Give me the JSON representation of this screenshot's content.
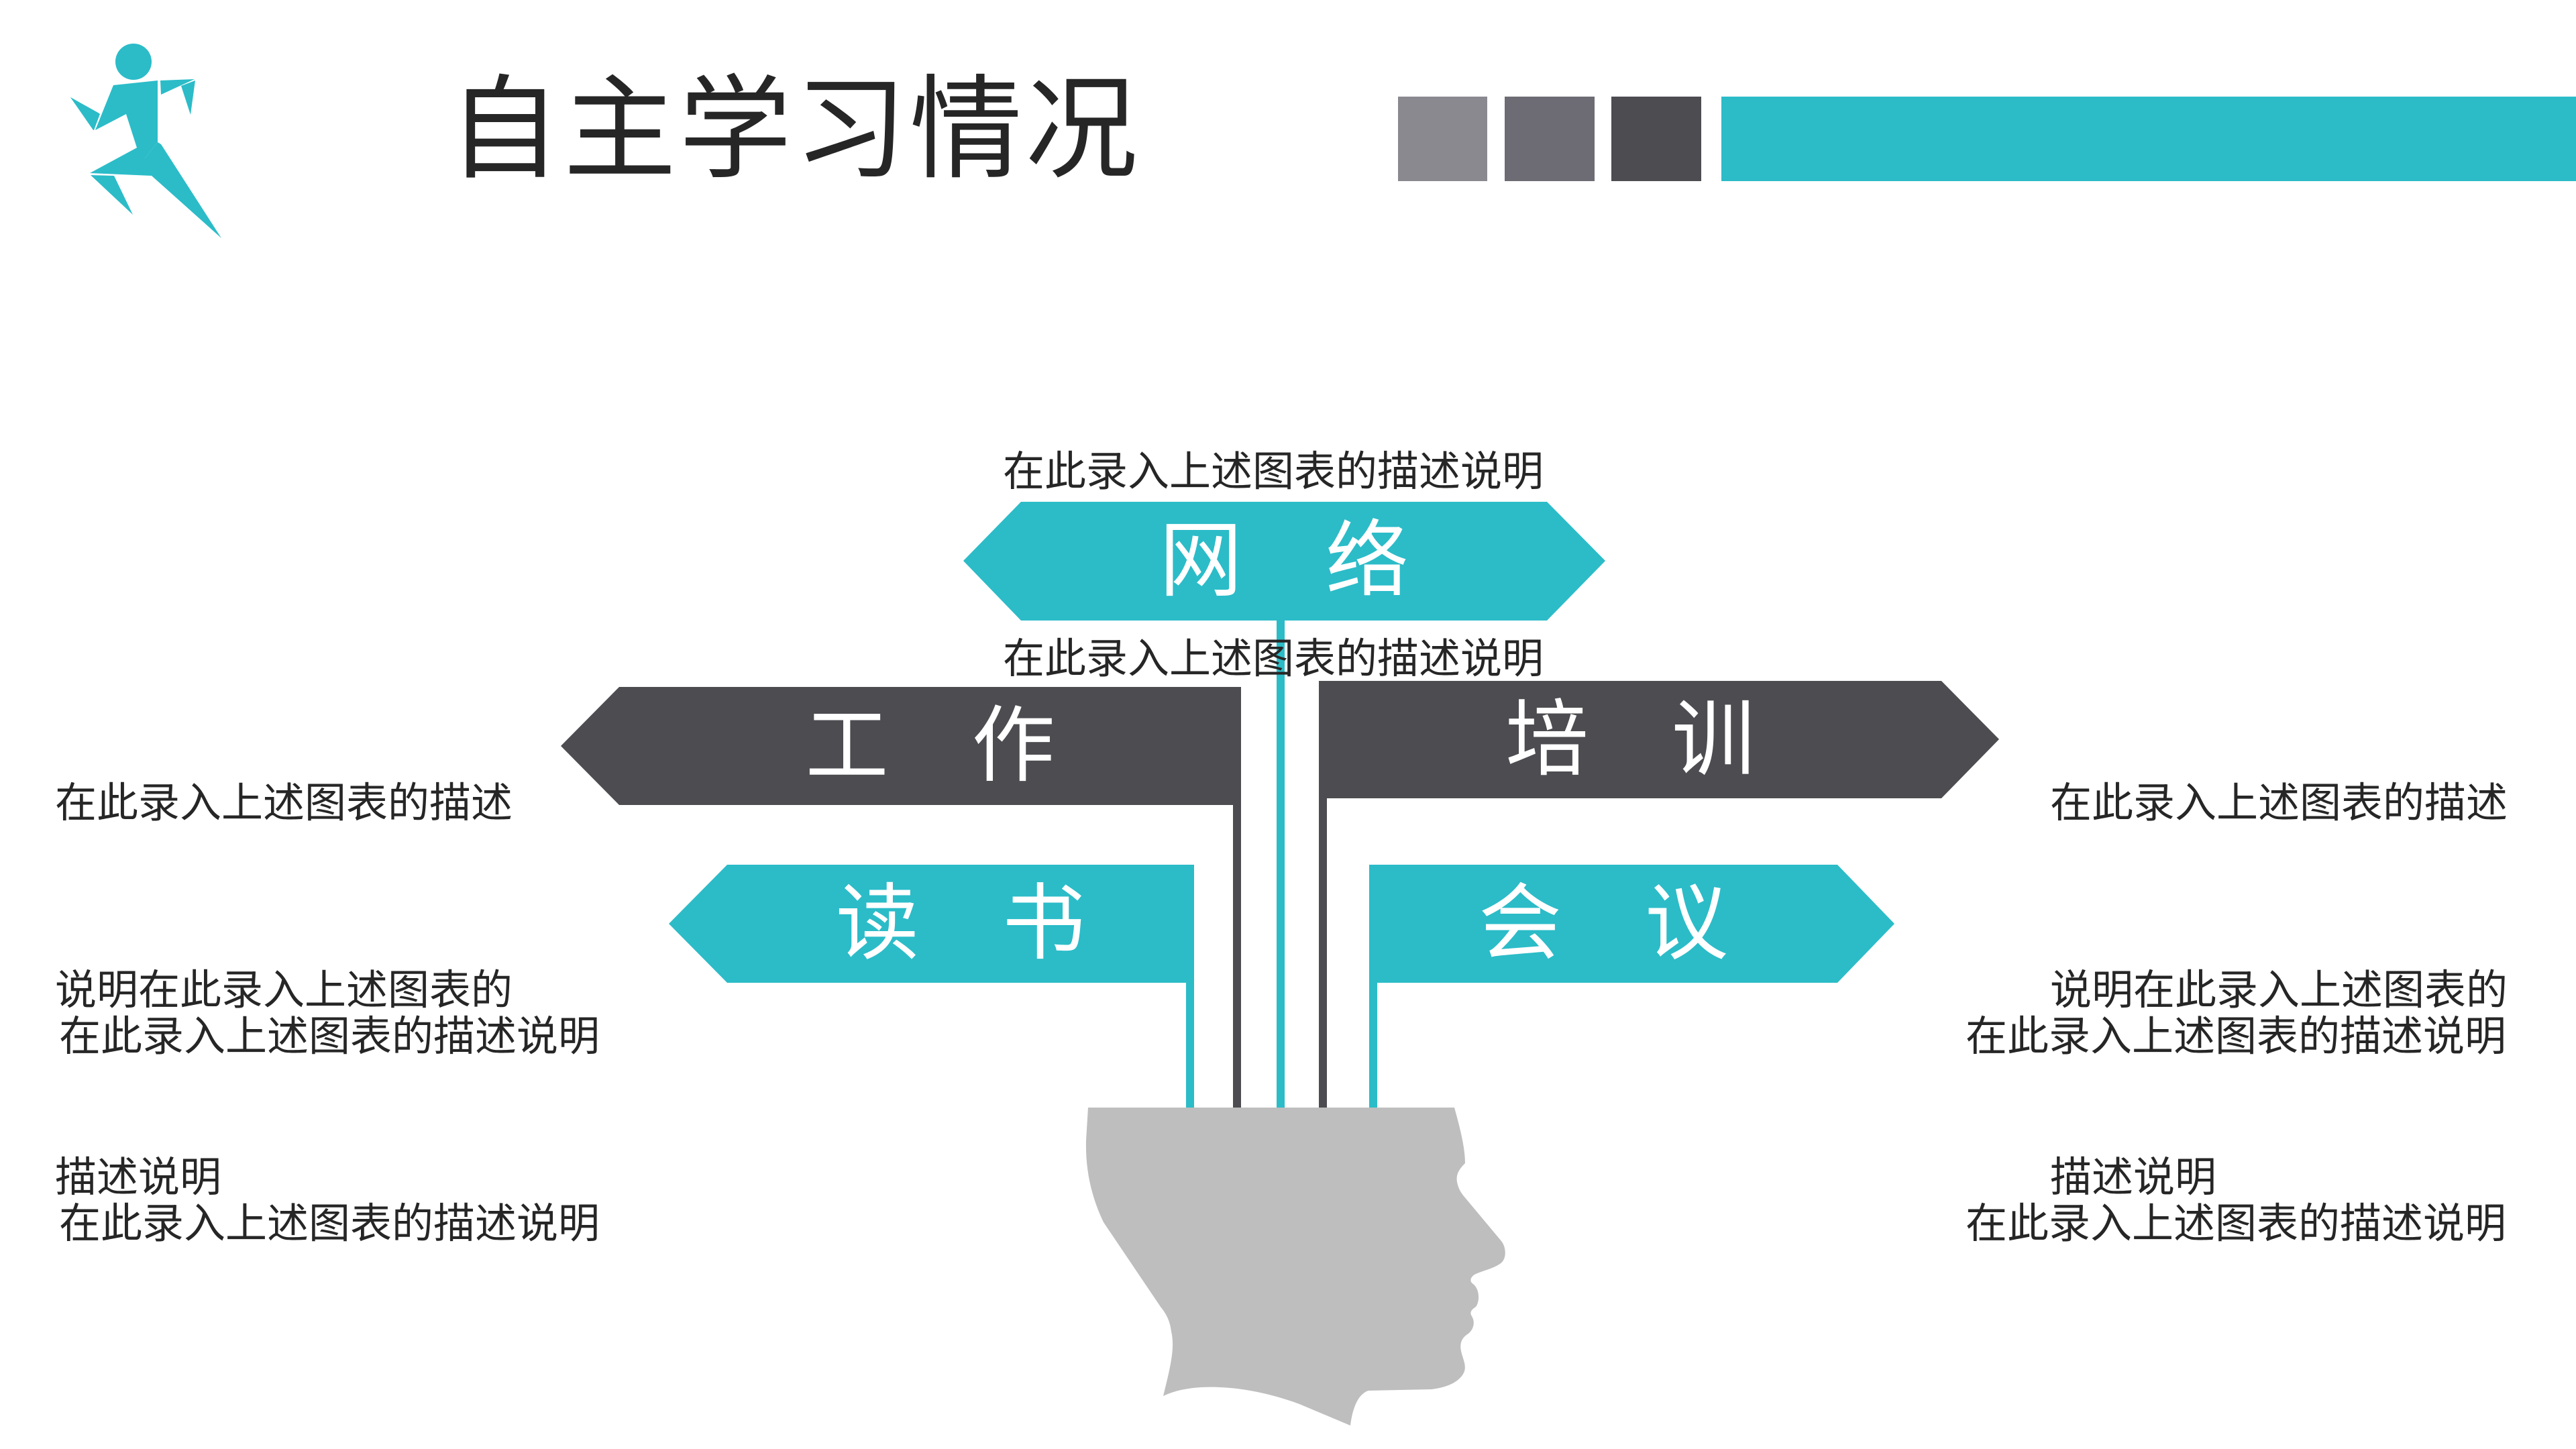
{
  "header": {
    "title": "自主学习情况",
    "logo_icon": "running-man-icon",
    "decor_squares": [
      "#8A8990",
      "#6D6C74",
      "#4D4C51"
    ],
    "accent_bar_color": "#2BBCC8"
  },
  "colors": {
    "teal": "#2BBCC8",
    "dark": "#4D4C51",
    "head": "#BEBEBE",
    "text": "#262626"
  },
  "center_icon": "head-silhouette-icon",
  "signs": [
    {
      "id": "network",
      "label": "网　络",
      "color": "teal",
      "direction": "both",
      "description": [
        "在此录入上述图表的描述说明",
        "在此录入上述图表的描述说明"
      ]
    },
    {
      "id": "work",
      "label": "工　作",
      "color": "dark",
      "direction": "left",
      "description": [
        "在此录入上述图表的描述",
        "说明在此录入上述图表的",
        "描述说明"
      ]
    },
    {
      "id": "training",
      "label": "培　训",
      "color": "dark",
      "direction": "right",
      "description": [
        "在此录入上述图表的描述",
        "说明在此录入上述图表的",
        "描述说明"
      ]
    },
    {
      "id": "reading",
      "label": "读　书",
      "color": "teal",
      "direction": "left",
      "description": [
        "在此录入上述图表的描述说明",
        "在此录入上述图表的描述说明"
      ]
    },
    {
      "id": "meeting",
      "label": "会　议",
      "color": "teal",
      "direction": "right",
      "description": [
        "在此录入上述图表的描述说明",
        "在此录入上述图表的描述说明"
      ]
    }
  ]
}
